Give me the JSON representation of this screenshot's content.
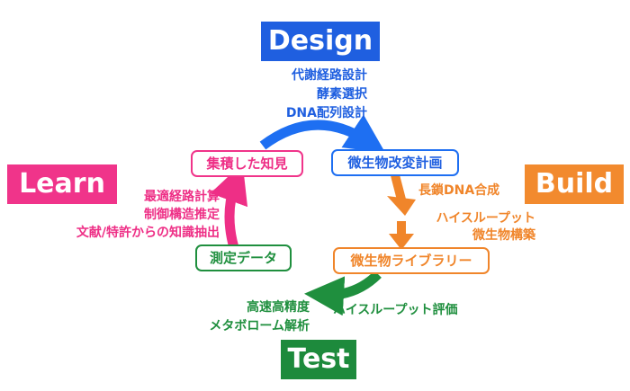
{
  "colors": {
    "design": "#1f5fe0",
    "build": "#f28a2e",
    "test": "#1d8a3c",
    "learn": "#f0348a",
    "design_arrow": "#1e6ff2",
    "build_arrow": "#f0852a",
    "test_arrow": "#1f8f3e",
    "learn_arrow": "#ee2f86"
  },
  "phases": {
    "design": "Design",
    "build": "Build",
    "test": "Test",
    "learn": "Learn"
  },
  "nodes": {
    "knowledge": "集積した知見",
    "microbe_plan": "微生物改変計画",
    "microbe_library": "微生物ライブラリー",
    "measurement": "測定データ"
  },
  "notes": {
    "design": [
      "代謝経路設計",
      "酵素選択",
      "DNA配列設計"
    ],
    "build_1": "長鎖DNA合成",
    "build_2": [
      "ハイスループット",
      "微生物構築"
    ],
    "test_1": [
      "高速高精度",
      "メタボローム解析"
    ],
    "test_2": "ハイスループット評価",
    "learn": [
      "最適経路計算",
      "制御構造推定",
      "文献/特許からの知識抽出"
    ]
  }
}
